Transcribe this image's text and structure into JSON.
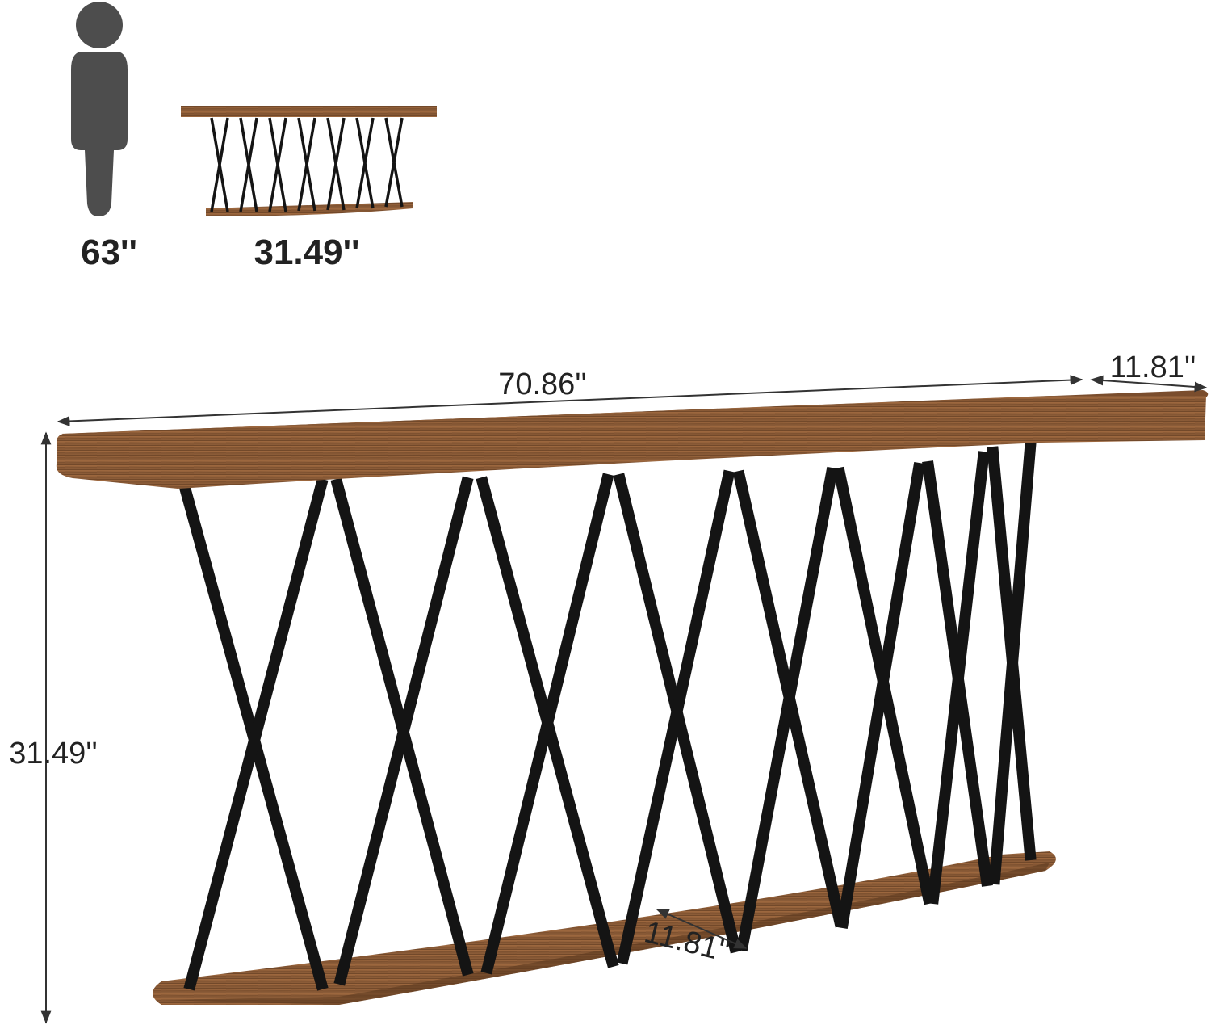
{
  "comparison": {
    "person_height_label": "63''",
    "table_height_label": "31.49''"
  },
  "dimensions": {
    "width_label": "70.86''",
    "top_depth_label": "11.81''",
    "height_label": "31.49''",
    "bottom_depth_label": "11.81''"
  },
  "colors": {
    "wood": "#8a5a36",
    "wood_dark": "#6e4528",
    "metal": "#141414",
    "silhouette": "#4d4d4d",
    "dimension_line": "#333333"
  },
  "icons": [
    "person-silhouette-icon"
  ]
}
